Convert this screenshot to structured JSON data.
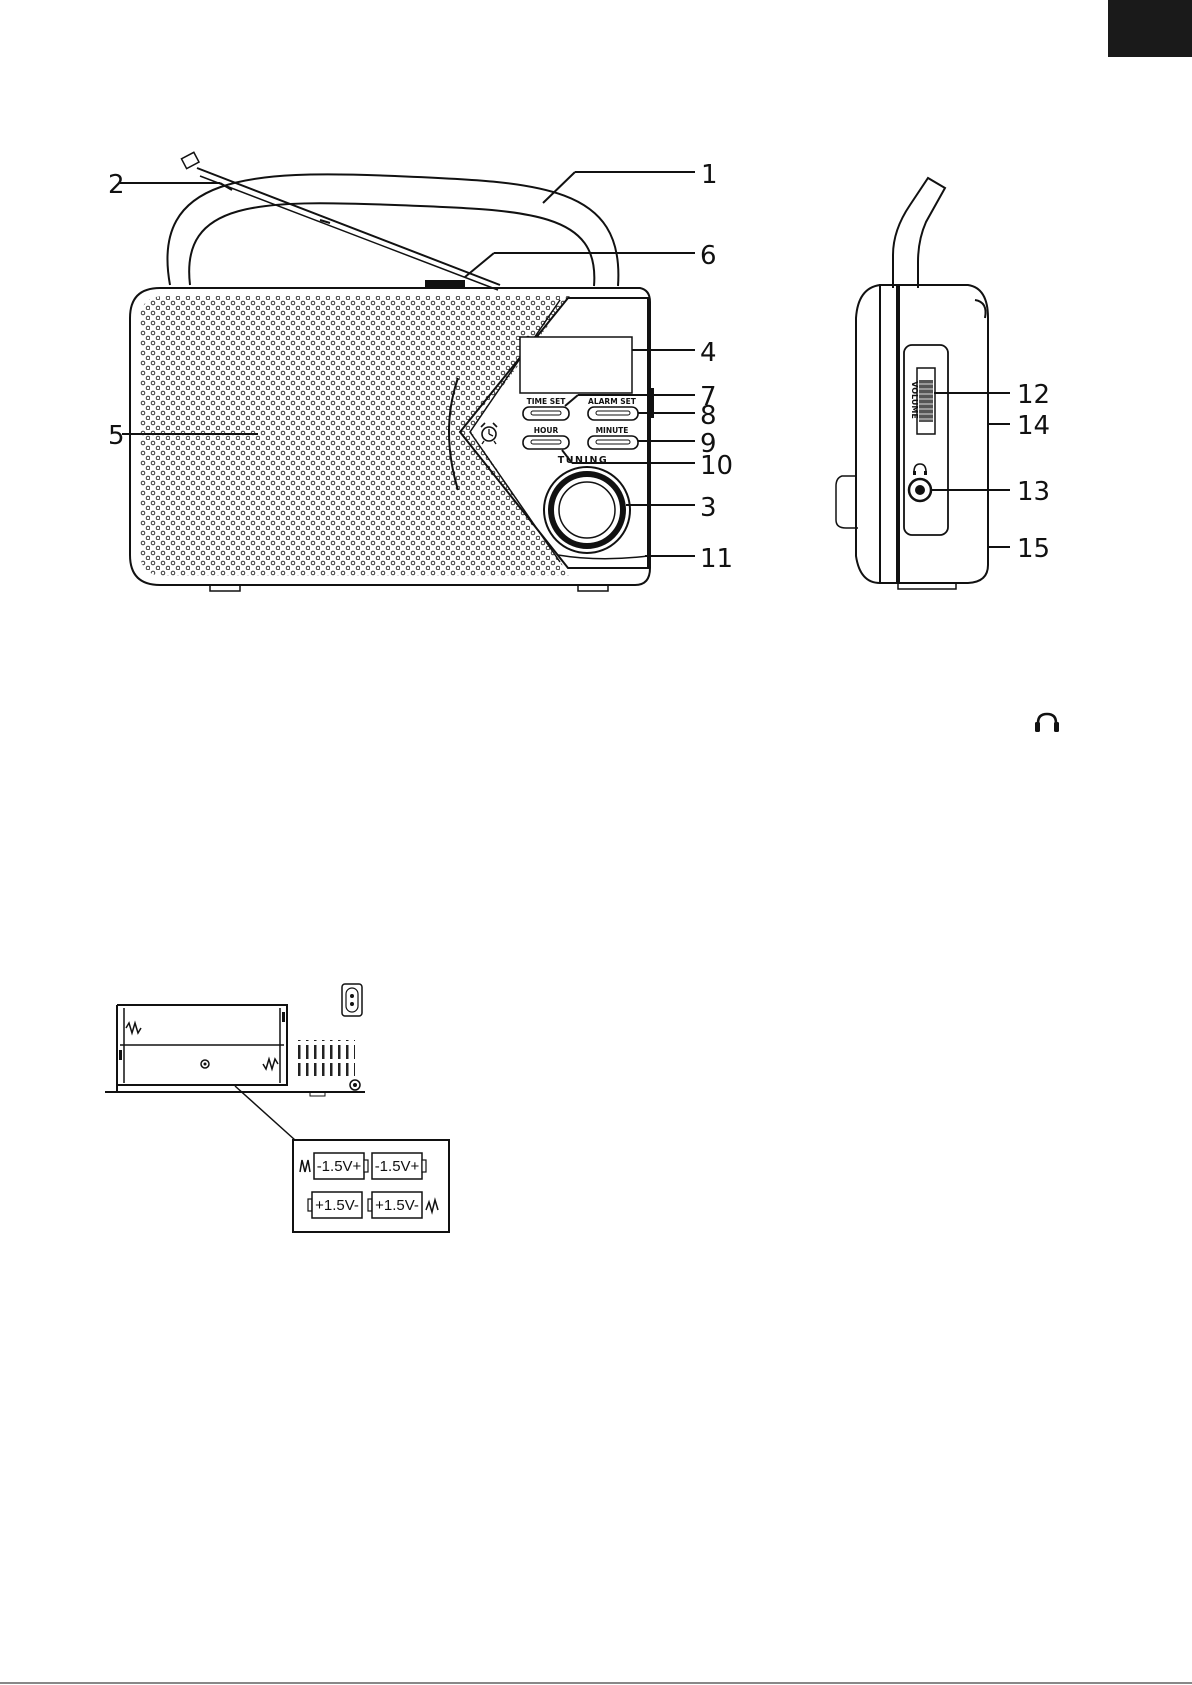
{
  "front_view": {
    "callouts": [
      {
        "id": "1",
        "label": "1",
        "part": "handle"
      },
      {
        "id": "2",
        "label": "2",
        "part": "antenna"
      },
      {
        "id": "3",
        "label": "3",
        "part": "tuning-knob"
      },
      {
        "id": "4",
        "label": "4",
        "part": "lcd-display"
      },
      {
        "id": "5",
        "label": "5",
        "part": "speaker-grille"
      },
      {
        "id": "6",
        "label": "6",
        "part": "top-switch"
      },
      {
        "id": "7",
        "label": "7",
        "part": "time-set-button"
      },
      {
        "id": "8",
        "label": "8",
        "part": "alarm-set-button"
      },
      {
        "id": "9",
        "label": "9",
        "part": "minute-button"
      },
      {
        "id": "10",
        "label": "10",
        "part": "hour-button"
      },
      {
        "id": "11",
        "label": "11",
        "part": "light-strip"
      }
    ],
    "button_labels": {
      "time_set": "TIME SET",
      "alarm_set": "ALARM SET",
      "hour": "HOUR",
      "minute": "MINUTE"
    },
    "tuning_label": "TUNING"
  },
  "side_view": {
    "callouts": [
      {
        "id": "12",
        "label": "12",
        "part": "volume-wheel"
      },
      {
        "id": "13",
        "label": "13",
        "part": "headphone-jack"
      },
      {
        "id": "14",
        "label": "14",
        "part": "side-upper"
      },
      {
        "id": "15",
        "label": "15",
        "part": "side-lower"
      }
    ],
    "volume_label": "VOLUME"
  },
  "battery_diagram": {
    "top_row": [
      "-1.5V+",
      "-1.5V+"
    ],
    "bottom_row": [
      "+1.5V-",
      "+1.5V-"
    ]
  },
  "icons": [
    "alarm-clock-icon",
    "headphone-icon",
    "ac-socket-icon"
  ]
}
